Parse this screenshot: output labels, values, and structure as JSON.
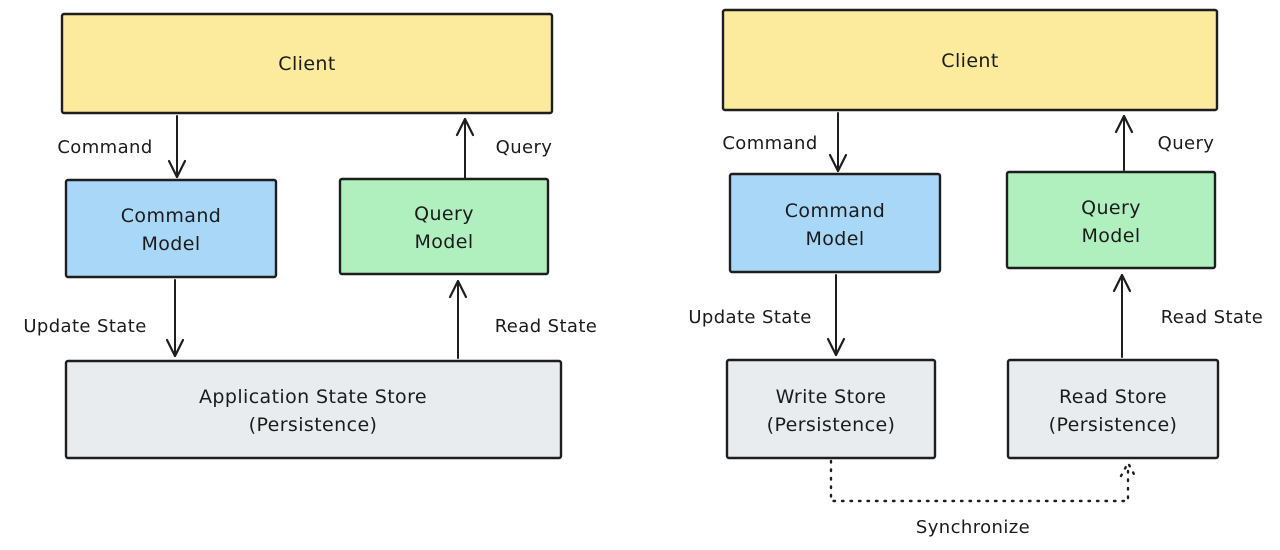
{
  "colors": {
    "canvas_bg": "#ffffff",
    "stroke": "#1e1e1e",
    "client_fill": "#fcea9d",
    "command_model_fill": "#a8d7f8",
    "query_model_fill": "#b0f0bf",
    "store_fill": "#e9ecef"
  },
  "left_diagram": {
    "client": "Client",
    "command_edge": "Command",
    "query_edge": "Query",
    "command_model": [
      "Command",
      "Model"
    ],
    "query_model": [
      "Query",
      "Model"
    ],
    "update_state_edge": "Update State",
    "read_state_edge": "Read State",
    "state_store": [
      "Application State Store",
      "(Persistence)"
    ]
  },
  "right_diagram": {
    "client": "Client",
    "command_edge": "Command",
    "query_edge": "Query",
    "command_model": [
      "Command",
      "Model"
    ],
    "query_model": [
      "Query",
      "Model"
    ],
    "update_state_edge": "Update State",
    "read_state_edge": "Read State",
    "write_store": [
      "Write Store",
      "(Persistence)"
    ],
    "read_store": [
      "Read Store",
      "(Persistence)"
    ],
    "synchronize_edge": "Synchronize"
  }
}
